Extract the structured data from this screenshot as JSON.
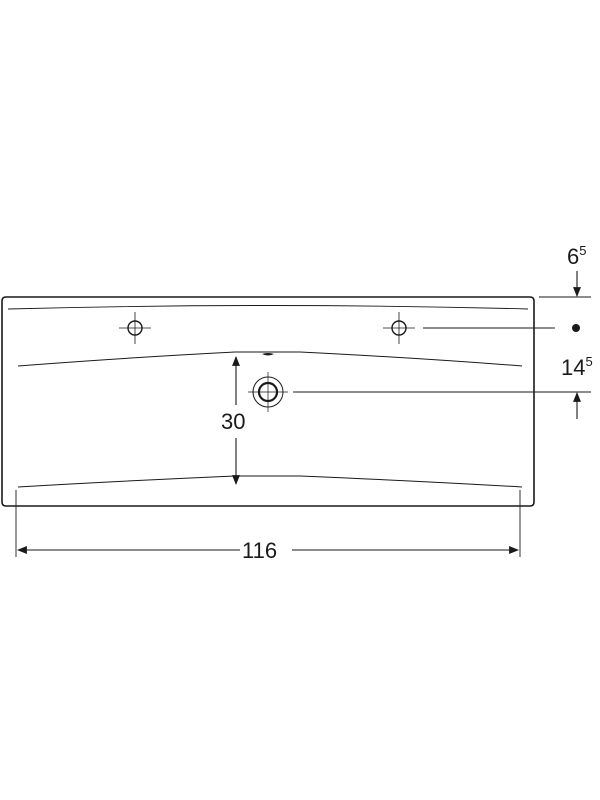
{
  "dimensions": {
    "overall_width": "116",
    "bowl_depth": "30",
    "rim_offset_main": "6",
    "rim_offset_sup": "5",
    "hole_offset_main": "14",
    "hole_offset_sup": "5"
  },
  "colors": {
    "line": "#1a1a1a",
    "background": "#ffffff"
  }
}
